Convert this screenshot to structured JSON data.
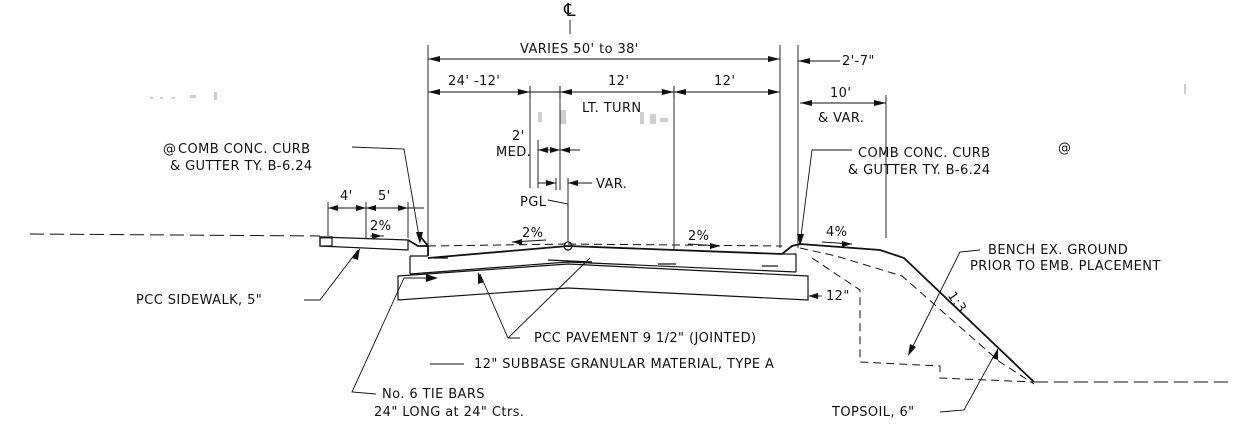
{
  "symbols": {
    "centerline": "℄",
    "note_mark": "@"
  },
  "dimensions": {
    "overall": "VARIES 50' to 38'",
    "left_lanes": "24' -12'",
    "center_lane": "12'",
    "right_lane": "12'",
    "right_offset": "2'-7\"",
    "right_parkway": "10'",
    "right_parkway_var": "& VAR.",
    "lt_turn": "LT. TURN",
    "median": "2'",
    "median_label": "MED.",
    "var": "VAR.",
    "sidewalk_width": "4'",
    "parkway_width": "5'",
    "cross_slopes": [
      "2%",
      "2%",
      "2%",
      "4%"
    ],
    "side_slope": "1:3",
    "sub_edge": "12\""
  },
  "labels": {
    "pgl": "PGL",
    "curb_left_1": "COMB CONC. CURB",
    "curb_left_2": "& GUTTER TY. B-6.24",
    "curb_right_1": "COMB CONC. CURB",
    "curb_right_2": "& GUTTER TY. B-6.24",
    "bench_1": "BENCH EX. GROUND",
    "bench_2": "PRIOR TO EMB. PLACEMENT",
    "sidewalk": "PCC SIDEWALK, 5\"",
    "pavement": "PCC PAVEMENT 9 1/2\" (JOINTED)",
    "subbase": "12\" SUBBASE GRANULAR MATERIAL, TYPE A",
    "tie_bars_1": "No. 6 TIE BARS",
    "tie_bars_2": "24\" LONG at 24\" Ctrs.",
    "topsoil": "TOPSOIL, 6\""
  }
}
